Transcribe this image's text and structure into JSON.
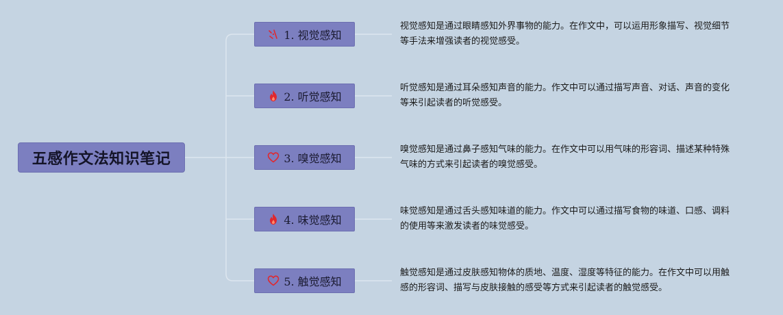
{
  "root": {
    "title": "五感作文法知识笔记"
  },
  "branches": [
    {
      "label": "1. 视觉感知",
      "icon": "sparkle-icon",
      "description": "视觉感知是通过眼睛感知外界事物的能力。在作文中，可以运用形象描写、视觉细节等手法来增强读者的视觉感受。"
    },
    {
      "label": "2. 听觉感知",
      "icon": "fire-icon",
      "description": "听觉感知是通过耳朵感知声音的能力。作文中可以通过描写声音、对话、声音的变化等来引起读者的听觉感受。"
    },
    {
      "label": "3. 嗅觉感知",
      "icon": "heart-icon",
      "description": "嗅觉感知是通过鼻子感知气味的能力。在作文中可以用气味的形容词、描述某种特殊气味的方式来引起读者的嗅觉感受。"
    },
    {
      "label": "4. 味觉感知",
      "icon": "fire-icon",
      "description": "味觉感知是通过舌头感知味道的能力。作文中可以通过描写食物的味道、口感、调料的使用等来激发读者的味觉感受。"
    },
    {
      "label": "5. 触觉感知",
      "icon": "heart-icon",
      "description": "触觉感知是通过皮肤感知物体的质地、温度、湿度等特征的能力。在作文中可以用触感的形容词、描写与皮肤接触的感受等方式来引起读者的触觉感受。"
    }
  ],
  "colors": {
    "background": "#c5d4e2",
    "node_fill": "#7c7fc0",
    "connector": "#dde6ef",
    "icon_red": "#e0282e"
  }
}
